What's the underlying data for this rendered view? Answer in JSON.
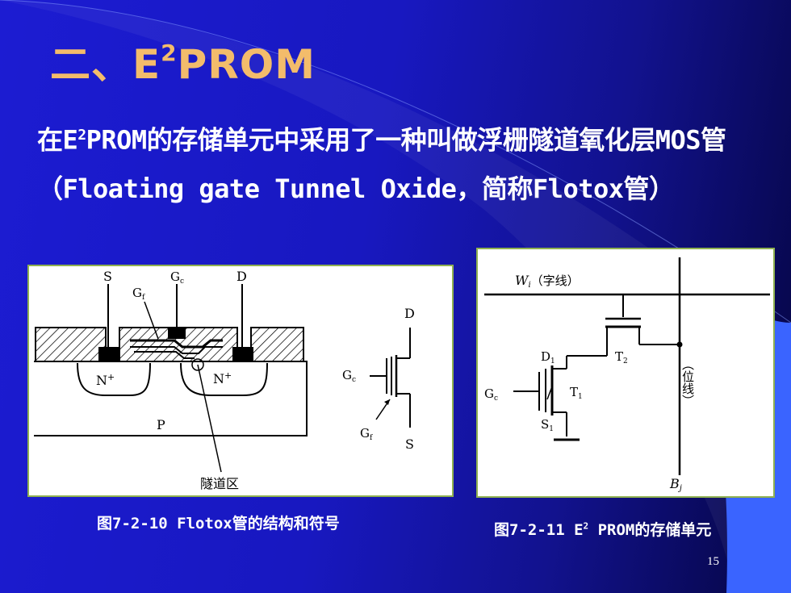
{
  "slide": {
    "title_prefix": "二、E",
    "title_sup": "2",
    "title_suffix": "PROM",
    "body_part1": "在E",
    "body_sup": "2",
    "body_part2": "PROM的存储单元中采用了一种叫做浮栅隧道氧化层MOS管（Floating gate Tunnel Oxide，简称Flotox管）",
    "page_number": "15"
  },
  "figure1": {
    "labels": {
      "s": "S",
      "gc": "G",
      "gc_sub": "c",
      "d": "D",
      "gf": "G",
      "gf_sub": "f",
      "n_left": "N",
      "n_right": "N",
      "plus": "+",
      "p": "P",
      "tunnel": "隧道区",
      "sym_d": "D",
      "sym_gc": "G",
      "sym_gc_sub": "c",
      "sym_gf": "G",
      "sym_gf_sub": "f",
      "sym_s": "S"
    },
    "caption": "图7-2-10 Flotox管的结构和符号"
  },
  "figure2": {
    "labels": {
      "w": "W",
      "w_sub": "i",
      "word_line": "（字线）",
      "d1": "D",
      "d1_sub": "1",
      "t2": "T",
      "t2_sub": "2",
      "gc": "G",
      "gc_sub": "c",
      "t1": "T",
      "t1_sub": "1",
      "s1": "S",
      "s1_sub": "1",
      "bit_line": "（位线）",
      "b": "B",
      "b_sub": "j"
    },
    "caption_part1": "图7-2-11 E",
    "caption_sup": "2",
    "caption_part2": " PROM的存储单元"
  }
}
